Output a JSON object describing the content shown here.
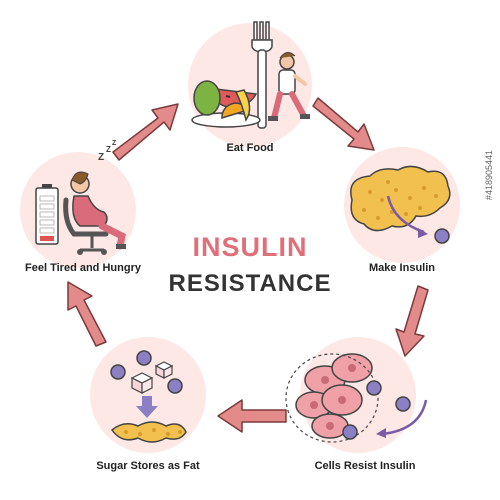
{
  "title": {
    "line1": "INSULIN",
    "line2": "RESISTANCE",
    "line1_color": "#e06f79",
    "line2_color": "#333333"
  },
  "steps": [
    {
      "id": "eat-food",
      "label": "Eat Food",
      "icon": "food-plate-fork-icon"
    },
    {
      "id": "make-insulin",
      "label": "Make Insulin",
      "icon": "pancreas-icon"
    },
    {
      "id": "cells-resist-insulin",
      "label": "Cells Resist Insulin",
      "icon": "cells-icon"
    },
    {
      "id": "sugar-stores-as-fat",
      "label": "Sugar Stores as Fat",
      "icon": "fat-storage-icon"
    },
    {
      "id": "feel-tired-and-hungry",
      "label": "Feel Tired and Hungry",
      "icon": "tired-person-icon"
    }
  ],
  "colors": {
    "arrow_fill": "#e38b8b",
    "arrow_stroke": "#7a3b3b",
    "circle_bg": "#fbe1df",
    "pancreas": "#f2c04f",
    "molecule": "#8b7fc6",
    "cells": "#f0a1a8",
    "battery_low": "#e05252"
  },
  "credit": "#418905441"
}
